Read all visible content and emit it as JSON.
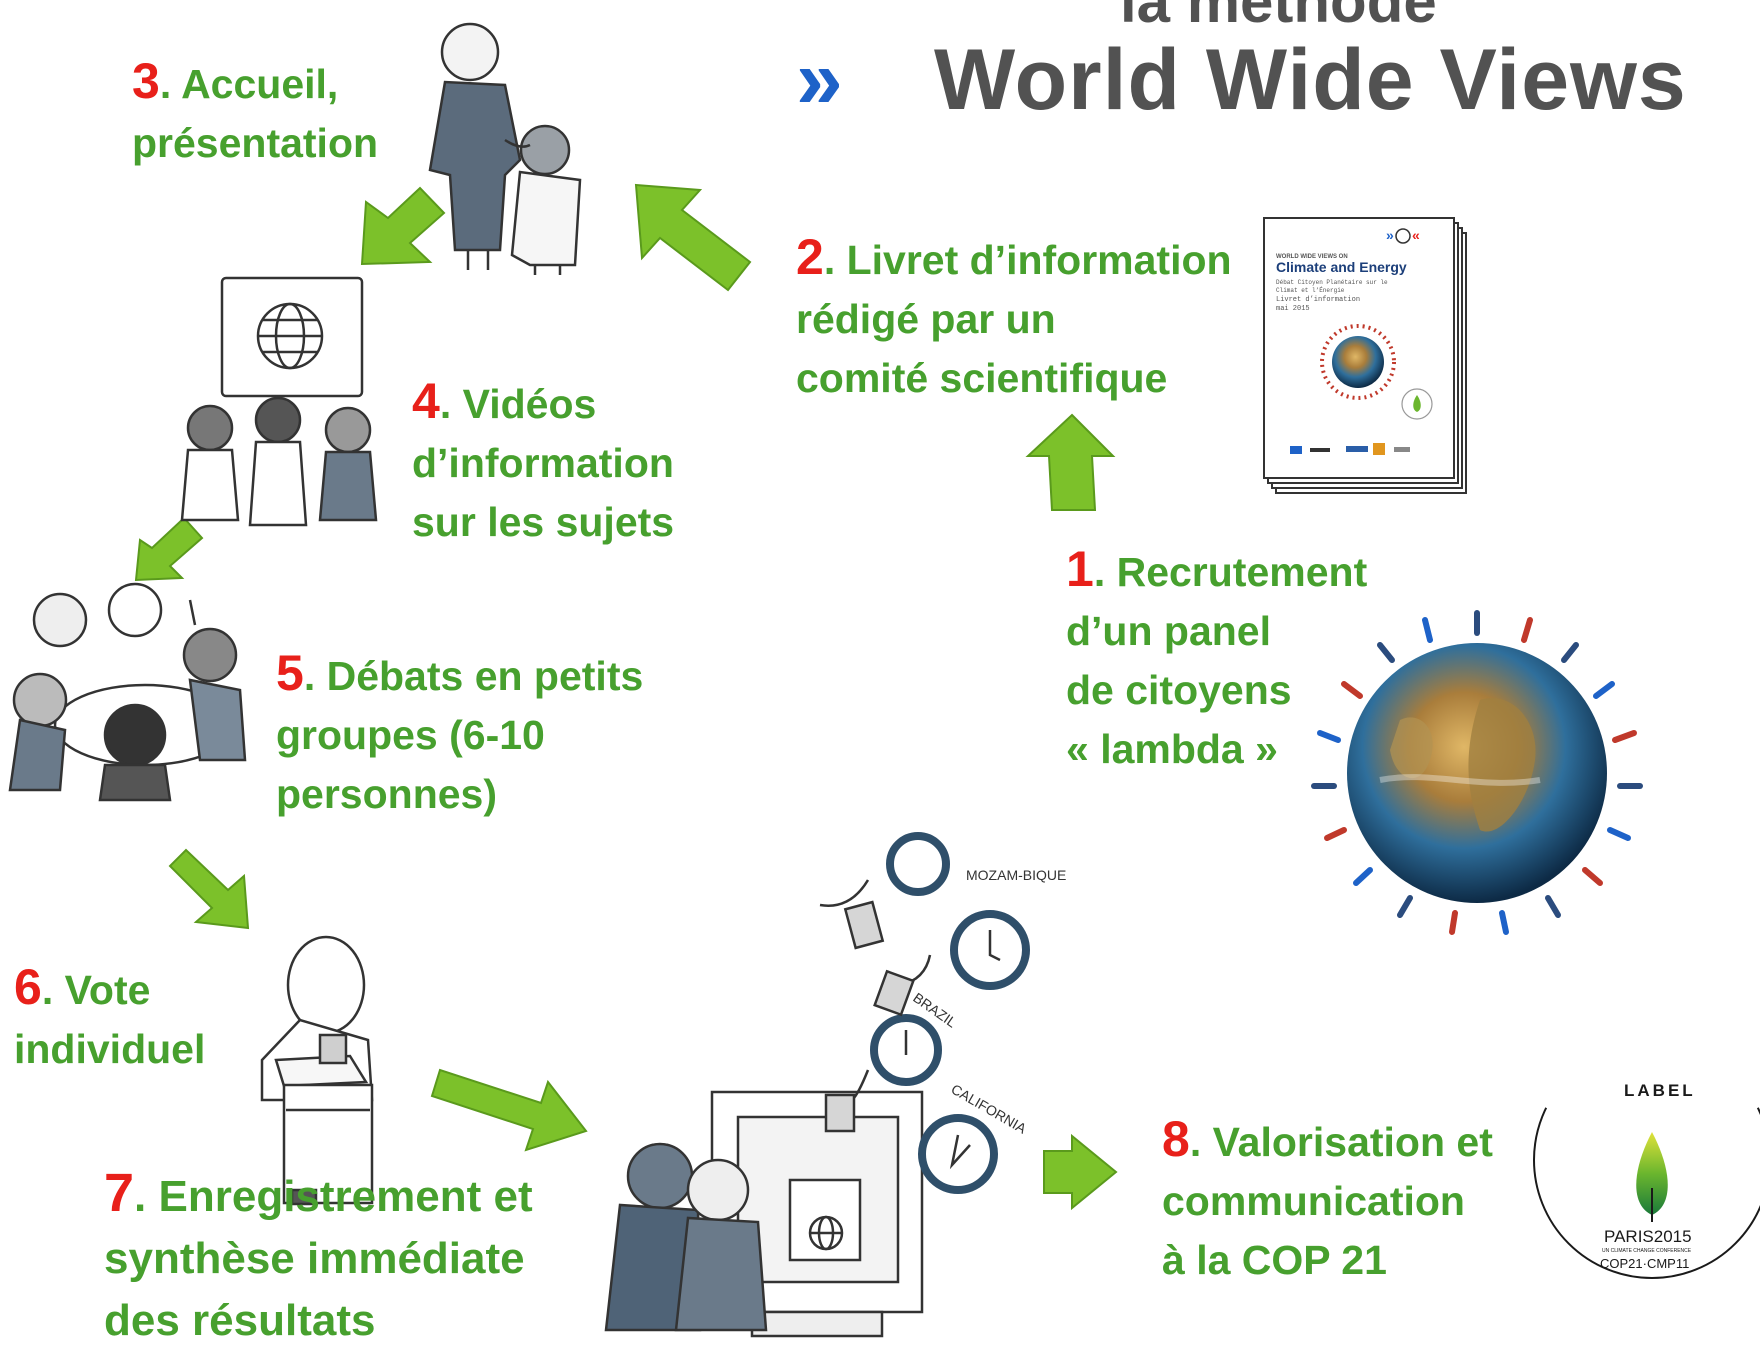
{
  "header": {
    "subtitle": "la méthode",
    "title": "World Wide Views",
    "chevron": "»"
  },
  "steps": [
    {
      "num": "1",
      "lines": [
        ". Recrutement",
        "d’un panel",
        "de citoyens",
        "« lambda »"
      ]
    },
    {
      "num": "2",
      "lines": [
        ". Livret d’information",
        "rédigé par un",
        "comité scientifique"
      ]
    },
    {
      "num": "3",
      "lines": [
        ". Accueil,",
        "présentation"
      ]
    },
    {
      "num": "4",
      "lines": [
        ". Vidéos",
        "d’information",
        "sur les sujets"
      ]
    },
    {
      "num": "5",
      "lines": [
        ". Débats en petits",
        "groupes (6-10",
        "personnes)"
      ]
    },
    {
      "num": "6",
      "lines": [
        ". Vote",
        "individuel"
      ]
    },
    {
      "num": "7",
      "lines": [
        ". Enregistrement et",
        "synthèse immédiate",
        "des résultats"
      ]
    },
    {
      "num": "8",
      "lines": [
        ". Valorisation et",
        "communication",
        "à la COP 21"
      ]
    }
  ],
  "booklet": {
    "top_label": "WORLD WIDE VIEWS ON",
    "title": "Climate and Energy",
    "line1": "Débat Citoyen Planétaire sur le",
    "line2": "Climat et l’Énergie",
    "line3": "Livret d’information",
    "line4": "mai 2015"
  },
  "map_labels": {
    "mozambique": "MOZAM-BIQUE",
    "brazil": "BRAZIL",
    "california": "CALIFORNIA"
  },
  "label_seal": {
    "top": "LABEL",
    "paris": "PARIS2015",
    "small": "UN CLIMATE CHANGE CONFERENCE",
    "cop": "COP21·CMP11"
  },
  "colors": {
    "step_text": "#47a02e",
    "step_number": "#e8201a",
    "title": "#525252",
    "chevron": "#1e62c8",
    "arrow": "#7cc12a"
  }
}
